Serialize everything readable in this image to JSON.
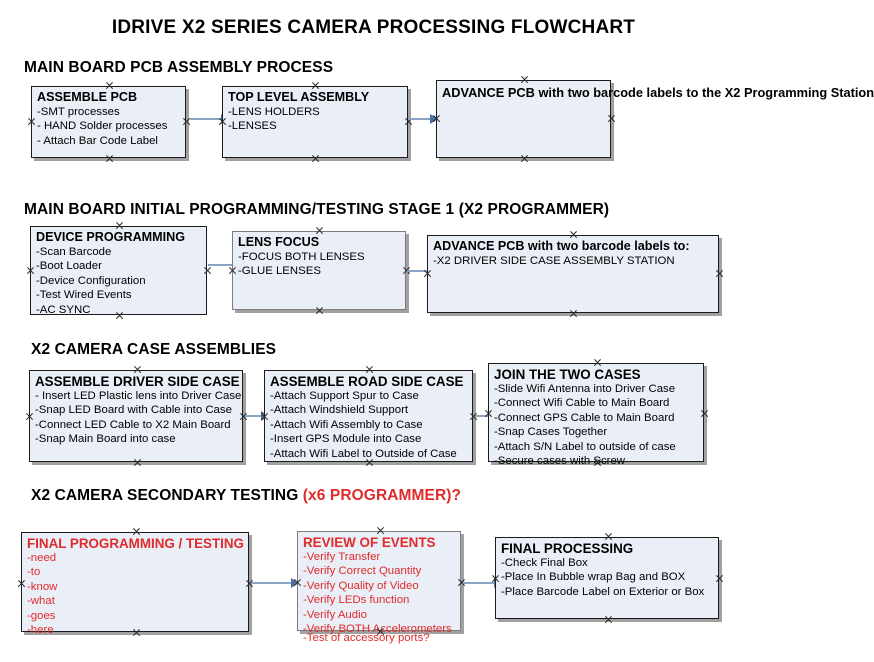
{
  "document": {
    "title": "IDRIVE X2  SERIES CAMERA PROCESSING FLOWCHART"
  },
  "sections": [
    {
      "id": "main-board-pcb-assembly",
      "title": "MAIN BOARD PCB ASSEMBLY PROCESS",
      "accent": ""
    },
    {
      "id": "main-board-initial-programming",
      "title": "MAIN BOARD INITIAL PROGRAMMING/TESTING STAGE 1 (X2 PROGRAMMER)",
      "accent": ""
    },
    {
      "id": "x2-camera-case-assemblies",
      "title": "X2 CAMERA CASE ASSEMBLIES",
      "accent": ""
    },
    {
      "id": "x2-camera-secondary-testing",
      "title": "X2 CAMERA SECONDARY TESTING ",
      "accent": "(x6 PROGRAMMER)?"
    }
  ],
  "nodes": {
    "assemble_pcb": {
      "title": "ASSEMBLE PCB",
      "lines": [
        "-SMT processes",
        "- HAND Solder processes",
        "- Attach Bar Code Label"
      ]
    },
    "top_level_assembly": {
      "title": "TOP LEVEL ASSEMBLY",
      "lines": [
        "-LENS HOLDERS",
        "-LENSES"
      ]
    },
    "advance_pcb_station": {
      "title": "ADVANCE PCB with two barcode labels to the  X2 Programming Station",
      "lines": []
    },
    "device_programming": {
      "title": "DEVICE PROGRAMMING",
      "lines": [
        "-Scan Barcode",
        "-Boot Loader",
        "-Device Configuration",
        "-Test Wired Events",
        "-AC SYNC"
      ]
    },
    "lens_focus": {
      "title": "LENS FOCUS",
      "lines": [
        "-FOCUS BOTH LENSES",
        "-GLUE LENSES"
      ]
    },
    "advance_pcb_driver_side": {
      "title": "ADVANCE PCB with two barcode labels to:",
      "lines": [
        "-X2 DRIVER  SIDE  CASE  ASSEMBLY STATION"
      ]
    },
    "assemble_driver_side_case": {
      "title": "ASSEMBLE DRIVER SIDE CASE",
      "lines": [
        "- Insert LED Plastic lens into Driver Case",
        "-Snap LED Board with Cable into Case",
        "-Connect LED Cable to X2 Main Board",
        "-Snap Main Board into case"
      ]
    },
    "assemble_road_side_case": {
      "title": "ASSEMBLE ROAD SIDE CASE",
      "lines": [
        "-Attach Support Spur to Case",
        "-Attach Windshield Support",
        "-Attach Wifi Assembly to Case",
        "-Insert GPS Module into Case",
        "-Attach Wifi Label to Outside of Case"
      ]
    },
    "join_the_two_cases": {
      "title": "JOIN THE TWO CASES",
      "lines": [
        "-Slide Wifi Antenna into Driver Case",
        "-Connect Wifi Cable to Main Board",
        "-Connect GPS Cable to Main Board",
        "-Snap Cases Together",
        "-Attach S/N Label to outside of case",
        "-Secure cases with Screw"
      ]
    },
    "final_programming_testing": {
      "title": "FINAL PROGRAMMING / TESTING",
      "lines": [
        "-need",
        "-to",
        "-know",
        "-what",
        "-goes",
        "-here"
      ]
    },
    "review_of_events": {
      "title": "REVIEW OF EVENTS",
      "lines": [
        "-Verify Transfer",
        "-Verify Correct Quantity",
        "-Verify Quality of Video",
        "-Verify LEDs function",
        "-Verify Audio",
        "-Verify BOTH Accelerometers"
      ],
      "overflow_line": "-Test of accessory ports?"
    },
    "final_processing": {
      "title": "FINAL PROCESSING",
      "lines": [
        " -Check Final Box",
        "-Place In Bubble wrap Bag and BOX",
        "-Place Barcode Label on Exterior or Box"
      ]
    }
  },
  "colors": {
    "box_fill": "#e9eef7",
    "box_border": "#1b1b1b",
    "red_text": "#e02b2b",
    "connector": "#8ba4c4",
    "arrow_head": "#4a6fa5"
  }
}
